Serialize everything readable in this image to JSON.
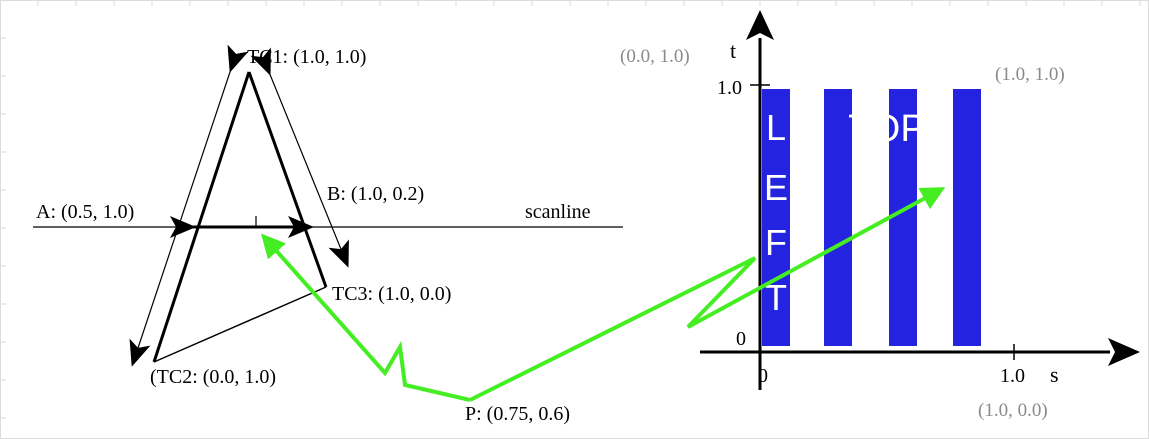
{
  "triangle": {
    "tc1": "TC1: (1.0, 1.0)",
    "tc2": "(TC2: (0.0, 1.0)",
    "tc3": "TC3: (1.0, 0.0)",
    "a": "A: (0.5, 1.0)",
    "b": "B: (1.0, 0.2)",
    "scanline": "scanline",
    "p": "P: (0.75, 0.6)"
  },
  "texture": {
    "top_left_coord": "(0.0, 1.0)",
    "top_right_coord": "(1.0, 1.0)",
    "bottom_right_coord": "(1.0, 0.0)",
    "t_axis": "t",
    "s_axis": "s",
    "t_tick_1": "1.0",
    "t_tick_0": "0",
    "s_tick_0": "0",
    "s_tick_1": "1.0",
    "left_letters": [
      "L",
      "E",
      "F",
      "T"
    ],
    "top_label": "TOP"
  },
  "colors": {
    "stripe": "#2323e0",
    "arrow": "#44ee22",
    "grid": "#dcdcdc",
    "gray_text": "#8a8a8a"
  }
}
